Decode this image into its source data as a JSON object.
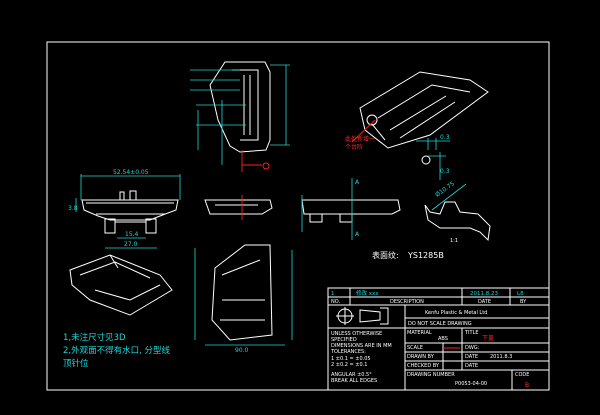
{
  "notes": [
    "1,未注尺寸见3D",
    "2,外观面不得有水口, 分型线",
    "顶针位"
  ],
  "surface_texture": {
    "label": "表面纹:",
    "value": "YS1285B"
  },
  "red_annotation": [
    "此处新增一",
    "个台阶"
  ],
  "dimensions": {
    "overall_width": "52.54±0.05",
    "slot_width": "15.4",
    "base_width": "27.0",
    "height_left": "3.8",
    "detail_gap": "0.3",
    "detail_gap_v": "0.3",
    "diameter": "Ø10.75",
    "bottom_width": "90.0",
    "section_label": "A",
    "detail_scale": "1:1"
  },
  "title_block": {
    "revision_row": {
      "no": "1",
      "description": "修改 xxx",
      "date": "2011.8.23",
      "by": "L8"
    },
    "header_row": {
      "no": "NO.",
      "description": "DESCRIPTION",
      "date": "DATE",
      "by": "BY"
    },
    "company": "Kenfu Plastic & Metal Ltd",
    "scale_note": "DO NOT SCALE DRAWING",
    "tolerances": [
      "UNLESS OTHERWISE",
      "SPECIFIED",
      "DIMENSIONS ARE IN MM",
      "TOLERANCES:",
      "1 ±0.1 = ±0.05",
      "2 ±0.2 = ±0.1",
      "ANGULAR ±0.5°",
      "BREAK ALL EDGES"
    ],
    "material_label": "MATERIAL",
    "material": "ABS",
    "title_label": "TITLE",
    "title": "下盖",
    "scale_label": "SCALE",
    "dwg_label": "DWG:",
    "drawn_by_label": "DRAWN BY",
    "date_label": "DATE",
    "date": "2011.8.3",
    "checked_by_label": "CHECKED BY",
    "date_label2": "DATE",
    "drawing_number_label": "DRAWING NUMBER",
    "drawing_number": "P0053-04-00",
    "code_label": "CODE",
    "code": "B"
  },
  "colors": {
    "background": "#000000",
    "line": "#ffffff",
    "dimension": "#1fd6d6",
    "highlight": "#ff2020"
  }
}
